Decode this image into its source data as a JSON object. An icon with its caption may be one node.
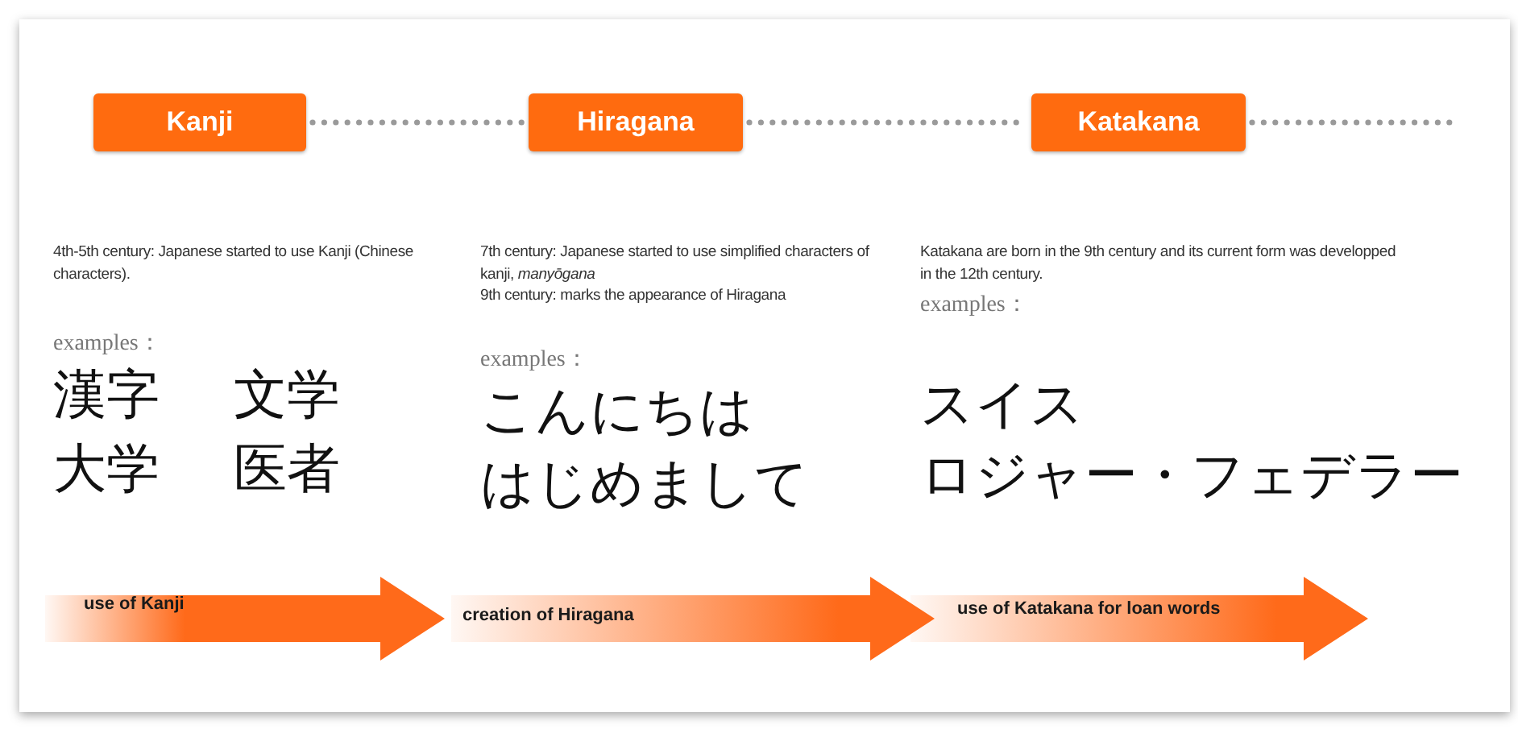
{
  "diagram": {
    "nodes": [
      {
        "text": [
          "Kanji"
        ],
        "beside": [
          "4th-5th century: Japanese started to use Kanji (Chinese characters).",
          "examples：",
          "漢字",
          "文学",
          "大学",
          "医者"
        ]
      },
      {
        "text": [
          "Hiragana"
        ],
        "beside": [
          "7th century: Japanese started to use simplified characters of kanji, *manyōgana*",
          "9th century: marks the appearance of Hiragana",
          "examples：",
          "こんにちは",
          "はじめまして"
        ]
      },
      {
        "text": [
          "Katakana"
        ],
        "beside": [
          "Katakana are born in the 9th century and its current form was developped in the 12th century.",
          "examples：",
          "スイス",
          "ロジャー・フェデラー"
        ]
      },
      {
        "text": [
          "use of Kanji"
        ]
      },
      {
        "text": [
          "creation of Hiragana"
        ]
      },
      {
        "text": [
          "use of Katakana for loan words"
        ]
      }
    ],
    "edges": [
      {
        "from": 0,
        "to": 1,
        "arrow": "none",
        "style": "dashed"
      },
      {
        "from": 1,
        "to": 2,
        "arrow": "none",
        "style": "dashed"
      },
      {
        "from": 2,
        "to": null,
        "arrow": "none",
        "style": "dashed"
      }
    ]
  }
}
